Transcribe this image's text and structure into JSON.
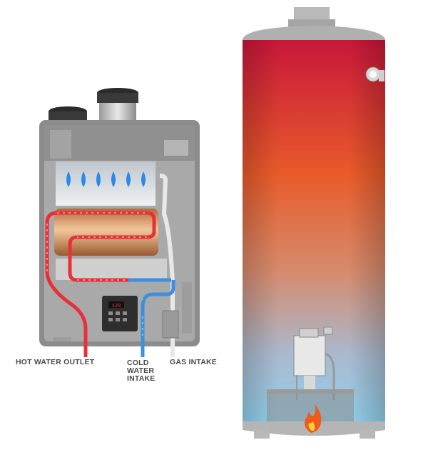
{
  "labels": {
    "hot_water_outlet": "HOT WATER  OUTLET",
    "cold_water_intake": [
      "COLD",
      "WATER",
      "INTAKE"
    ],
    "gas_intake": "GAS INTAKE"
  },
  "tankless_display": {
    "readout": "120"
  },
  "colors": {
    "hot_line": "#e8303a",
    "cold_line": "#3b8fe0",
    "gas_line": "#e8e8e8",
    "tank_top": "#c8173a",
    "tank_mid": "#e85b2a",
    "tank_bottom": "#8fd0ec",
    "unit_body": "#8a8a8a",
    "flame_blue": "#2a8ae8",
    "burner_flame": "#f05a1a"
  }
}
